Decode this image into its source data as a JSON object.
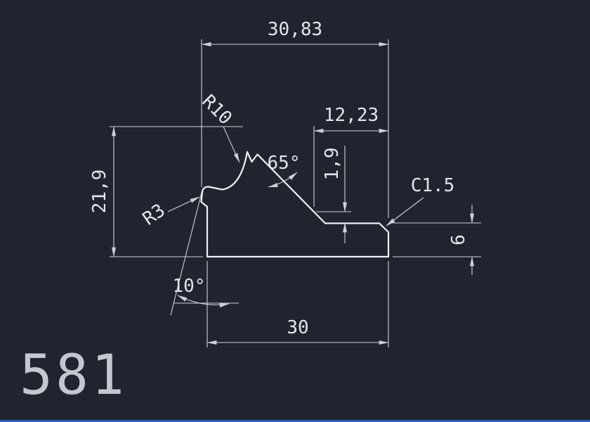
{
  "canvas": {
    "part_number": "581",
    "background_color": "#20242e",
    "line_color": "#ccd1d9",
    "accent_strip_color": "#2e5fc0"
  },
  "labels": {
    "top_width": "30,83",
    "upper_step_width": "12,23",
    "step_height": "1,9",
    "slope_angle": "65°",
    "fillet_radius_large": "R10",
    "fillet_radius_small": "R3",
    "chamfer": "C1.5",
    "left_height": "21,9",
    "right_height": "6",
    "face_angle": "10°",
    "base_width": "30"
  }
}
